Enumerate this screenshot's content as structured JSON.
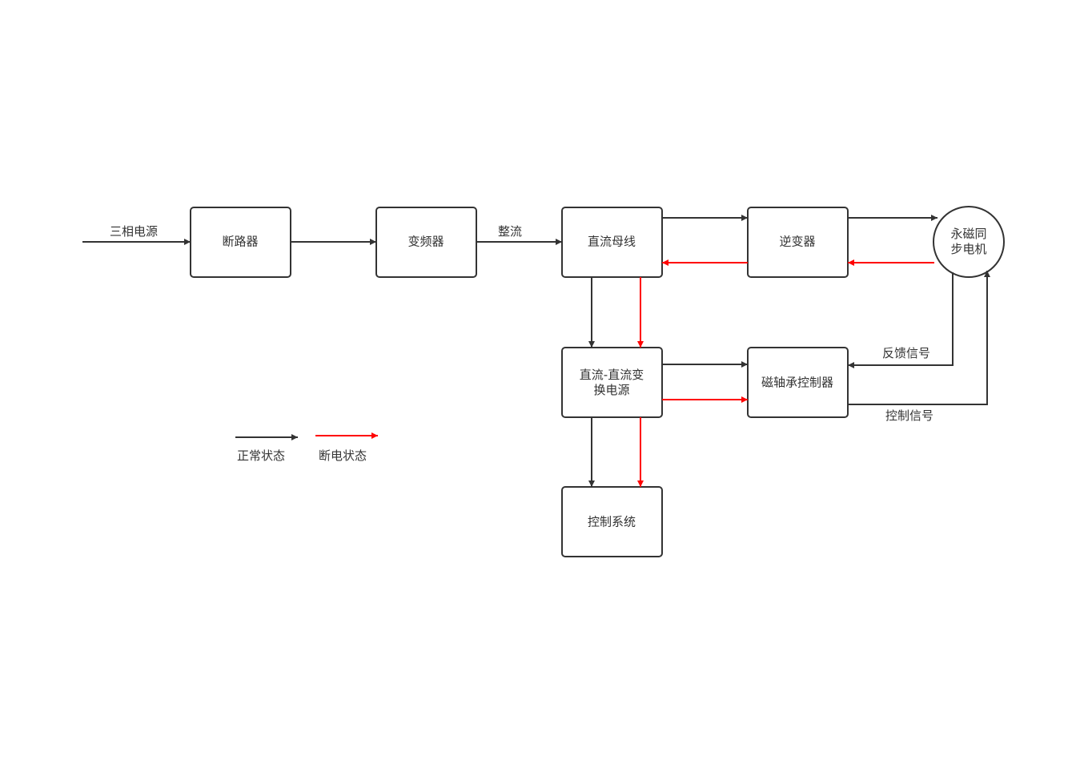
{
  "colors": {
    "normal": "#333333",
    "power_off": "#ff0000",
    "background": "#ffffff"
  },
  "nodes": {
    "breaker": "断路器",
    "vfd": "变频器",
    "dc_bus": "直流母线",
    "inverter": "逆变器",
    "pmsm": "永磁同\n步电机",
    "dcdc": "直流-直流变\n换电源",
    "bearing_ctrl": "磁轴承控制器",
    "ctrl_system": "控制系统"
  },
  "edge_labels": {
    "three_phase": "三相电源",
    "rectify": "整流",
    "feedback": "反馈信号",
    "control_signal": "控制信号"
  },
  "legend": {
    "normal": "正常状态",
    "power_off": "断电状态"
  }
}
